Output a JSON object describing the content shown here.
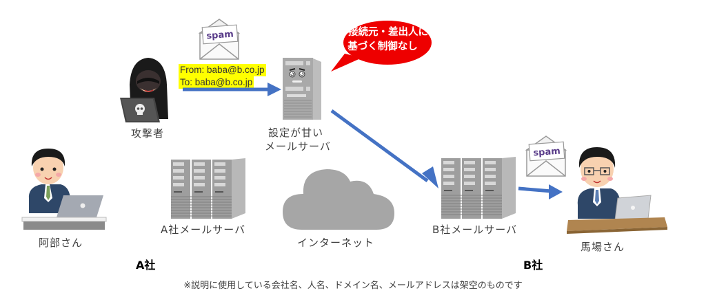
{
  "diagram": {
    "attacker": {
      "label": "攻撃者",
      "icon": "hooded-hacker-icon"
    },
    "spam_mail_top": {
      "text": "spam",
      "icon": "spam-envelope-icon"
    },
    "headers": {
      "from": "From: baba@b.co.jp",
      "to": "To: baba@b.co.jp",
      "highlight_color": "#ffff00"
    },
    "weak_server": {
      "label_line1": "設定が甘い",
      "label_line2": "メールサーバ",
      "icon": "dizzy-server-icon"
    },
    "speech_bubble": {
      "line1": "接続元・差出人に",
      "line2": "基づく制御なし",
      "color": "#ee0000"
    },
    "user_a": {
      "label": "阿部さん",
      "icon": "office-worker-icon"
    },
    "server_a": {
      "label": "A社メールサーバ",
      "icon": "server-rack-icon"
    },
    "internet": {
      "label": "インターネット",
      "icon": "cloud-icon"
    },
    "server_b": {
      "label": "B社メールサーバ",
      "icon": "server-rack-icon"
    },
    "spam_mail_b": {
      "text": "spam",
      "icon": "spam-envelope-icon"
    },
    "user_b": {
      "label": "馬場さん",
      "icon": "office-worker-glasses-icon"
    },
    "company_a": "A社",
    "company_b": "B社",
    "arrow_color": "#4472c4",
    "footnote": "※説明に使用している会社名、人名、ドメイン名、メールアドレスは架空のものです"
  }
}
